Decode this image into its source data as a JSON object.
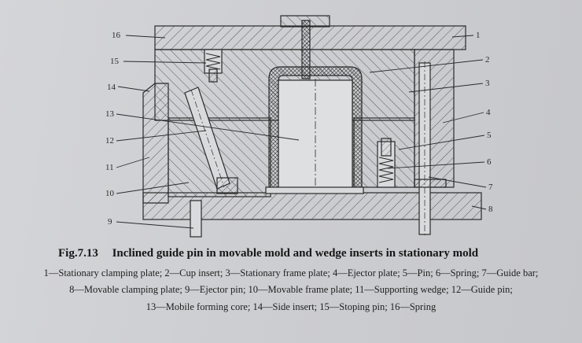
{
  "labels": [
    "1",
    "2",
    "3",
    "4",
    "5",
    "6",
    "7",
    "8",
    "9",
    "10",
    "11",
    "12",
    "13",
    "14",
    "15",
    "16"
  ],
  "caption": {
    "fig": "Fig.7.13",
    "title": "Inclined guide pin in movable mold and wedge inserts in stationary mold"
  },
  "legend_lines": [
    [
      "1—Stationary clamping plate; ",
      "2—Cup insert; ",
      "3—Stationary frame plate; ",
      "4—Ejector plate; ",
      "5—Pin; ",
      "6—Spring; ",
      "7—Guide bar;"
    ],
    [
      "8—Movable clamping plate; ",
      "9—Ejector pin; ",
      "10—Movable frame plate; ",
      "11—Supporting wedge; ",
      "12—Guide pin;"
    ],
    [
      "13—Mobile forming core; ",
      "14—Side insert; ",
      "15—Stoping pin; ",
      "16—Spring"
    ]
  ],
  "colors": {
    "ink": "#2a2a2a",
    "paper": "#cfd0d2"
  }
}
